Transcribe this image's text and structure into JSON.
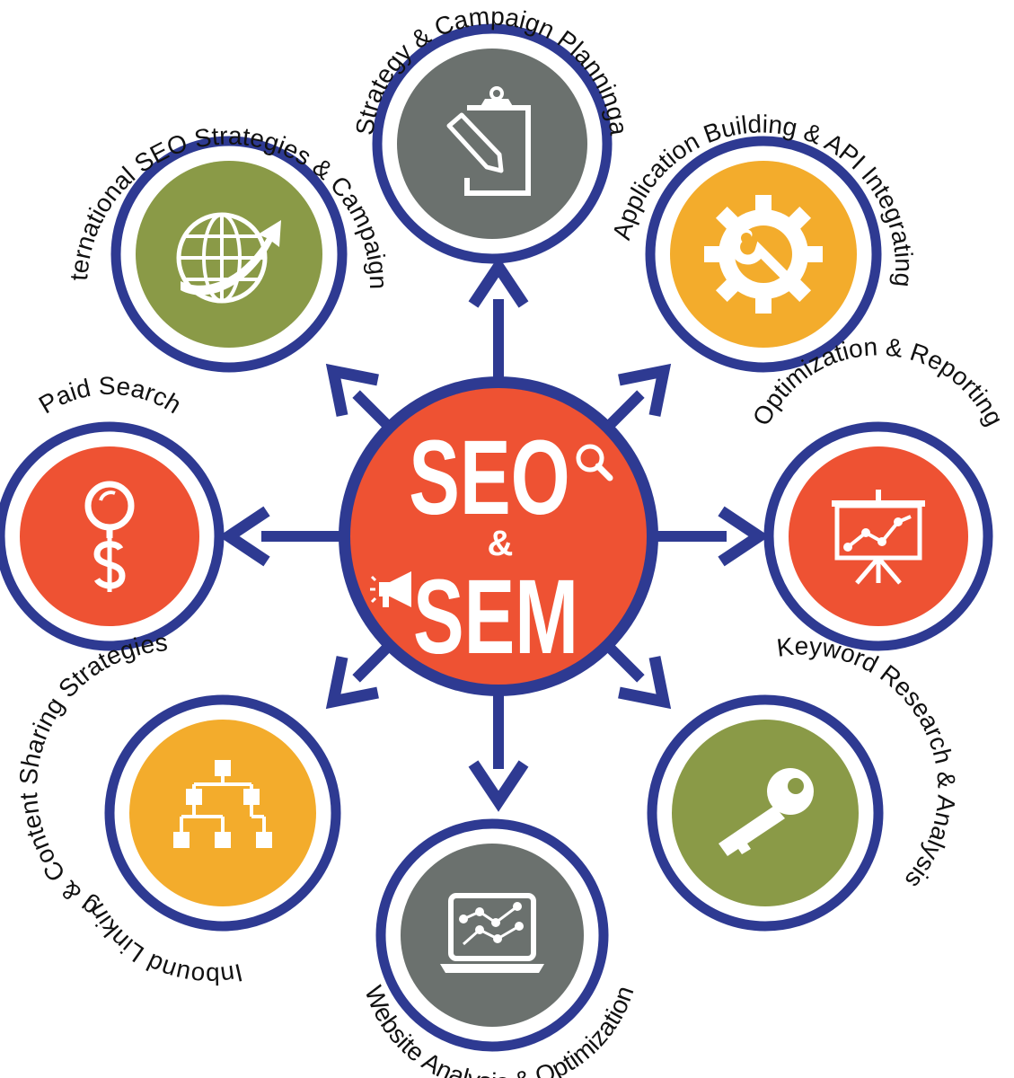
{
  "center": {
    "line1": "SEO",
    "amp": "&",
    "line2": "SEM"
  },
  "nodes": [
    {
      "id": "strategy",
      "label": "Strategy & Campaign Planninga",
      "icon": "clipboard-pencil-icon",
      "fill": "#6b716e"
    },
    {
      "id": "application",
      "label": "Application Building & API Integrating",
      "icon": "gear-wrench-icon",
      "fill": "#f3ac2c"
    },
    {
      "id": "optimization-reporting",
      "label": "Optimization & Reporting",
      "icon": "presentation-chart-icon",
      "fill": "#ee5233"
    },
    {
      "id": "keyword",
      "label": "Keyword Research & Analysis",
      "icon": "key-icon",
      "fill": "#8a9a47"
    },
    {
      "id": "website",
      "label": "Website Analysis & Optimization",
      "icon": "laptop-chart-icon",
      "fill": "#6b716e"
    },
    {
      "id": "inbound",
      "label": "Inbound Linking & Content Sharing Strategies",
      "icon": "sitemap-icon",
      "fill": "#f3ac2c"
    },
    {
      "id": "paid",
      "label": "Paid Search",
      "icon": "magnifier-dollar-icon",
      "fill": "#ee5233"
    },
    {
      "id": "international",
      "label": "International SEO Strategies & Campaigns",
      "icon": "globe-arrow-icon",
      "fill": "#8a9a47"
    }
  ],
  "colors": {
    "ring": "#2e3a92",
    "center_fill": "#ee5233",
    "text": "#111111"
  }
}
